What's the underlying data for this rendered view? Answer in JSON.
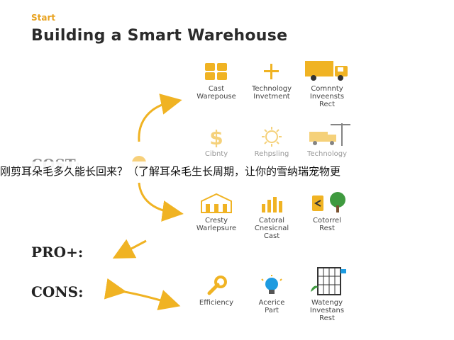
{
  "header": {
    "start": "Start",
    "title": "Building a Smart Warehouse"
  },
  "side_labels": {
    "cost": "COST:",
    "pro": "PRO+:",
    "cons": "CONS:"
  },
  "banner": "刚剪耳朵毛多久能长回来？（了解耳朵毛生长周期，让你的雪纳瑞宠物更",
  "grid": {
    "row1": [
      {
        "icon": "blocks-icon",
        "label": "Cast\nWarepouse"
      },
      {
        "icon": "plus-icon",
        "label": "Technology\nInvetment"
      },
      {
        "icon": "truck-icon",
        "label": "Comnnty\nInveensts\nRect"
      }
    ],
    "row2": [
      {
        "icon": "dollar-icon",
        "label": "Cibnty"
      },
      {
        "icon": "sun-gear-icon",
        "label": "Rehpsling"
      },
      {
        "icon": "crane-truck-icon",
        "label": "Technology"
      }
    ],
    "row3": [
      {
        "icon": "warehouse-icon",
        "label": "Cresty\nWarlepsure"
      },
      {
        "icon": "bar-chart-icon",
        "label": "Catoral\nCnesicnal\nCast"
      },
      {
        "icon": "tree-icon",
        "label": "Cotorrel\nRest"
      }
    ],
    "row4": [
      {
        "icon": "wrench-icon",
        "label": "Efficiency"
      },
      {
        "icon": "lightbulb-icon",
        "label": "Acerice\nPart"
      },
      {
        "icon": "greenhouse-icon",
        "label": "Watengy\nInvestans\nRest"
      }
    ]
  },
  "colors": {
    "accent": "#f0b323",
    "text": "#2b2b2b",
    "tree": "#3f9a3f",
    "bulb": "#1e9be0"
  }
}
